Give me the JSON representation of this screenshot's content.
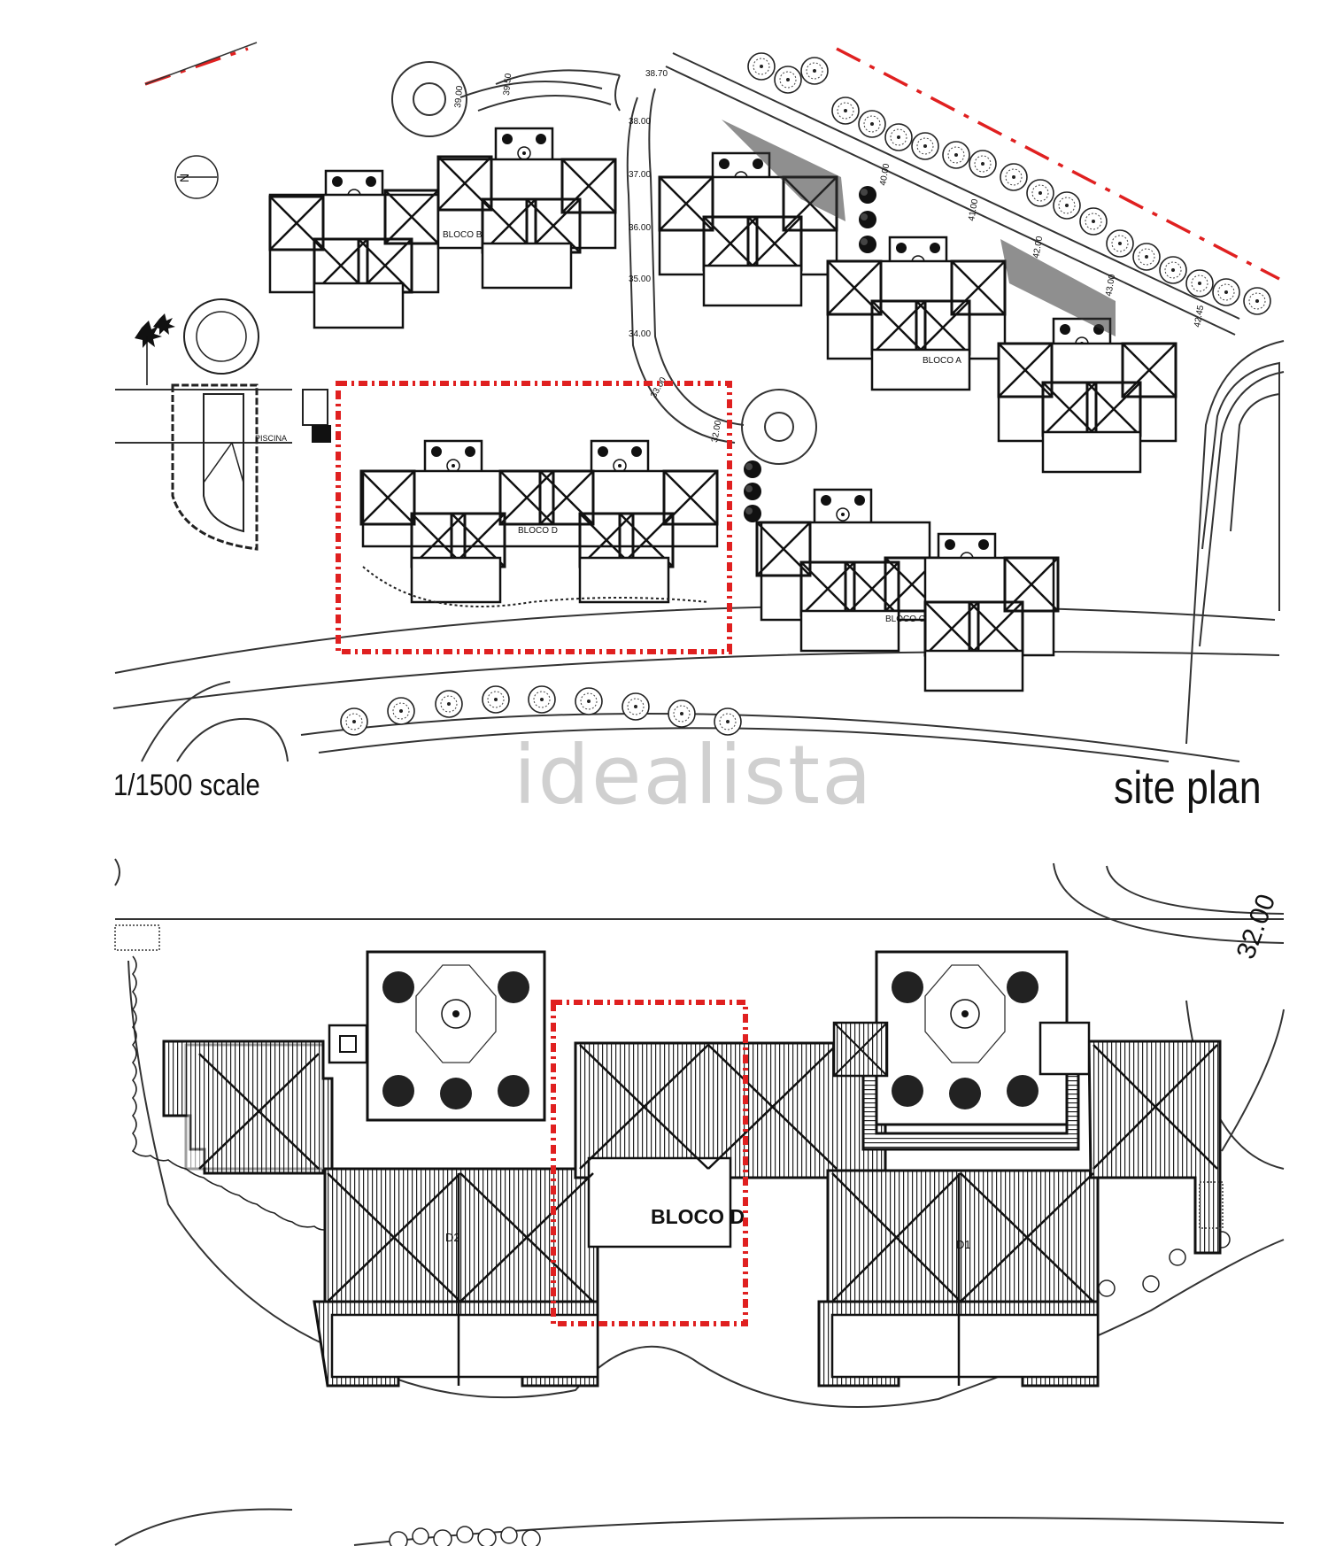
{
  "site_plan": {
    "title": "site plan",
    "scale": "1/1500 scale",
    "watermark": "idealista",
    "blocks": [
      "BLOCO A",
      "BLOCO B",
      "BLOCO C",
      "BLOCO D"
    ],
    "pool_label": "PISCINA",
    "contours": [
      "38.70",
      "39.00",
      "39.50",
      "38.00",
      "37.00",
      "36.00",
      "35.00",
      "34.00",
      "33.00",
      "32.00",
      "40.00",
      "41.00",
      "42.00",
      "43.00",
      "42.45"
    ],
    "highlight_color": "#e02020"
  },
  "detail_plan": {
    "block_label": "BLOCO D",
    "unit_labels": [
      "D2",
      "D1"
    ],
    "contour_label": "32.00",
    "highlight_color": "#e02020"
  }
}
